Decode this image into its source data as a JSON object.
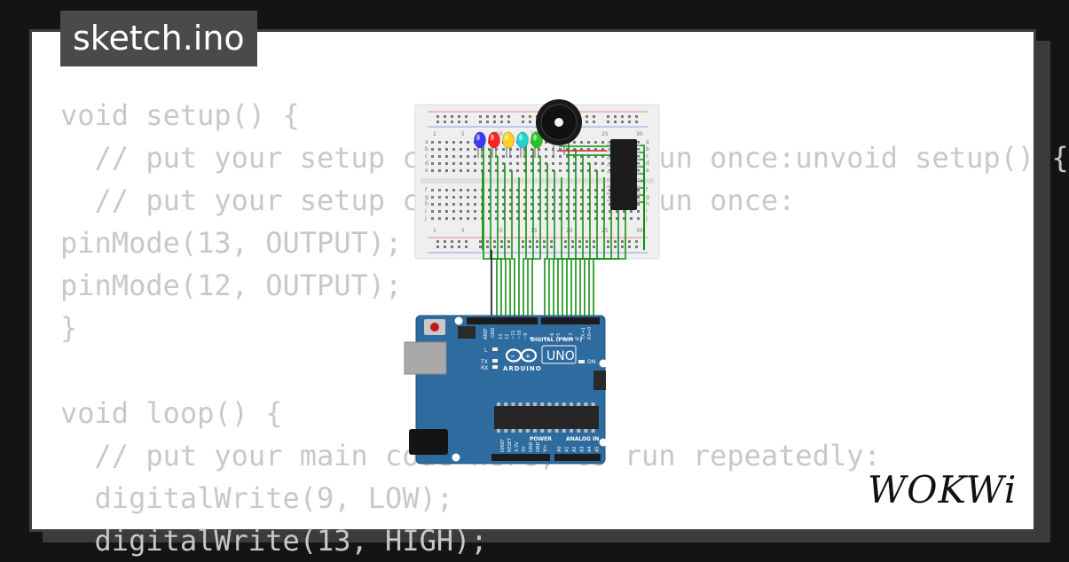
{
  "app": {
    "title": "sketch.ino"
  },
  "code": {
    "lines": [
      "void setup() {",
      "  // put your setup code here, to run once:unvoid setup() {",
      "  // put your setup code here, to run once:",
      "pinMode(13, OUTPUT);",
      "pinMode(12, OUTPUT);",
      "}",
      "",
      "void loop() {",
      "  // put your main code here, to run repeatedly:",
      "  digitalWrite(9, LOW);",
      "  digitalWrite(13, HIGH);"
    ]
  },
  "logo": {
    "text": "WOKWi"
  },
  "arduino": {
    "model": "UNO",
    "brand": "ARDUINO",
    "digital_label": "DIGITAL (PWM ~)",
    "power_label": "POWER",
    "analog_label": "ANALOG IN",
    "on_label": "ON",
    "l_label": "L",
    "tx_label": "TX",
    "rx_label": "RX",
    "aref_label": "AREF",
    "gnd_label": "GND",
    "pin_labels": [
      "13",
      "12",
      "~11",
      "~10",
      "~9",
      "8",
      "7",
      "~6",
      "~5",
      "4",
      "~3",
      "2",
      "TX→1",
      "RX←0"
    ],
    "power_pins": [
      "IOREF",
      "RESET",
      "3.3V",
      "5V",
      "GND",
      "GND",
      "Vin"
    ],
    "analog_pins": [
      "A0",
      "A1",
      "A2",
      "A3",
      "A4",
      "A5"
    ]
  },
  "breadboard": {
    "column_numbers": [
      "1",
      "5",
      "10",
      "15",
      "20",
      "25",
      "30"
    ],
    "row_letters": [
      "a",
      "b",
      "c",
      "d",
      "e",
      "f",
      "g",
      "h",
      "i",
      "j"
    ]
  },
  "leds": {
    "colors": [
      "#3a3aff",
      "#ff2020",
      "#ffd21e",
      "#22d3d3",
      "#27c427"
    ]
  },
  "colors": {
    "wire": "#12910f",
    "board": "#2e6b9e",
    "breadboard": "#efefef"
  }
}
